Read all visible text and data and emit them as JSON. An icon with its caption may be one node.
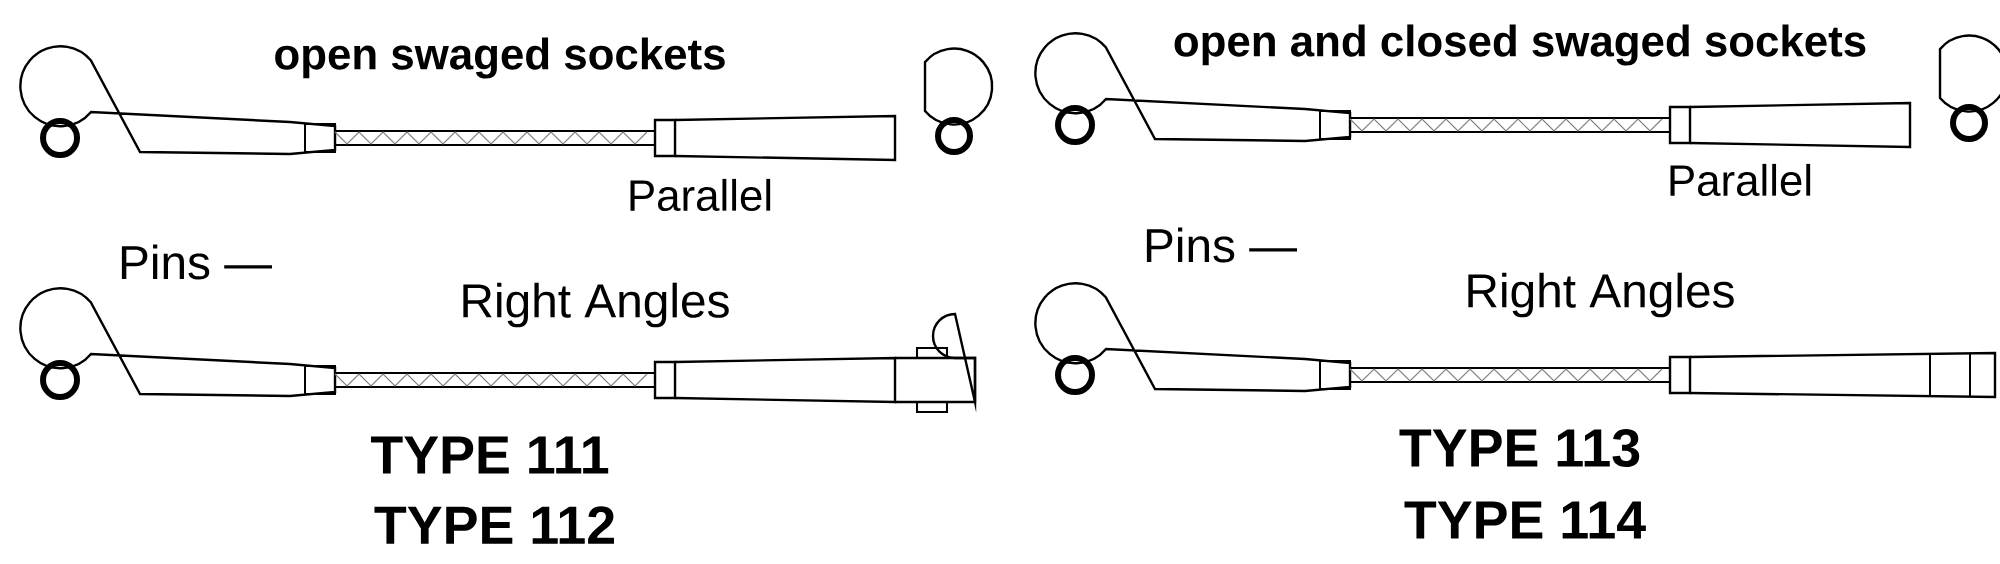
{
  "diagram": {
    "labels": [
      "open swaged sockets",
      "Parallel",
      "Pins —",
      "Right Angles",
      "TYPE 111",
      "TYPE 112",
      "open and closed swaged sockets",
      "Parallel",
      "Pins —",
      "Right Angles",
      "TYPE 113",
      "TYPE 114"
    ]
  }
}
